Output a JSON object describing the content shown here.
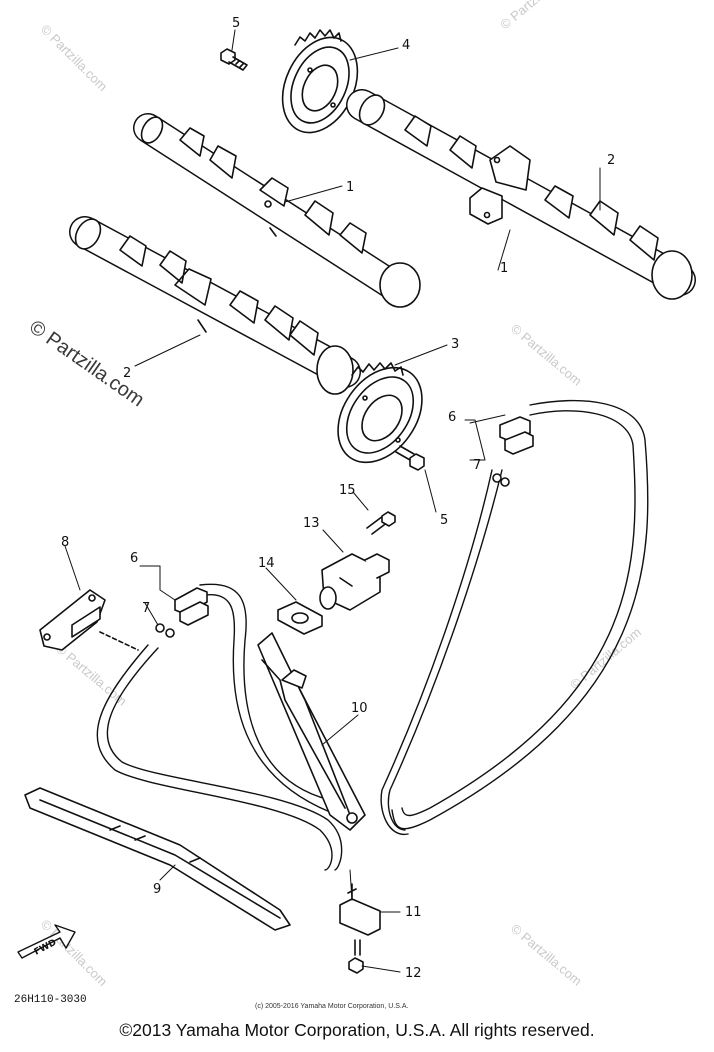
{
  "diagram": {
    "part_labels": [
      "5",
      "4",
      "2",
      "1",
      "1",
      "2",
      "3",
      "6",
      "7",
      "5",
      "15",
      "13",
      "8",
      "6",
      "7",
      "14",
      "10",
      "9",
      "11",
      "12"
    ],
    "fwd_label": "FWD",
    "drawing_code": "26H110-3030",
    "small_copyright": "(c) 2005-2016 Yamaha Motor Corporation, U.S.A.",
    "footer_copyright": "©2013 Yamaha Motor Corporation, U.S.A. All rights reserved.",
    "watermark_text": "© Partzilla.com",
    "watermark_small": "© Partzilla.com",
    "ink_color": "#111111",
    "watermark_color": "#c9c9c9"
  }
}
